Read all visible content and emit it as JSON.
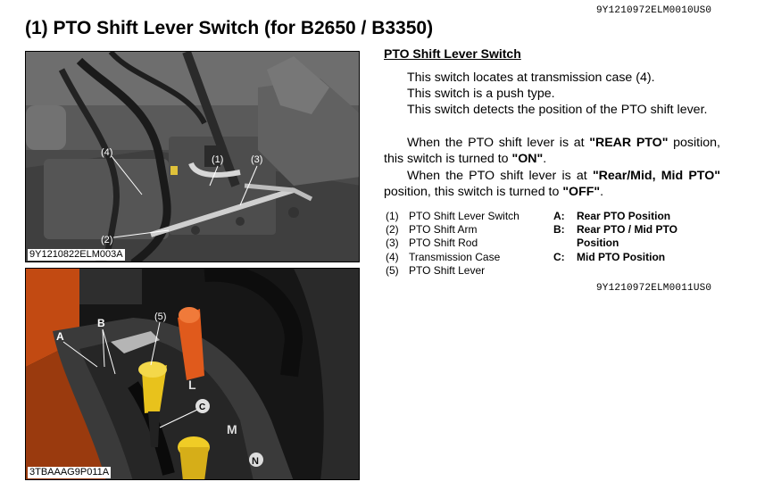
{
  "doc_codes": {
    "top": "9Y1210972ELM0010US0",
    "bottom": "9Y1210972ELM0011US0"
  },
  "title": "(1)   PTO Shift Lever Switch (for B2650 / B3350)",
  "figure1": {
    "code": "9Y1210822ELM003A",
    "callouts": [
      "(1)",
      "(2)",
      "(3)",
      "(4)"
    ]
  },
  "figure2": {
    "code": "3TBAAAG9P011A",
    "callouts": [
      "A",
      "B",
      "(5)",
      "C"
    ],
    "panel_marks": [
      "L",
      "M",
      "N"
    ]
  },
  "section": {
    "title": "PTO Shift Lever Switch",
    "lines": [
      "This switch locates at transmission case (4).",
      "This switch is a push type.",
      "This switch detects the position of the PTO shift lever.",
      "When the PTO shift lever is at",
      "\"REAR PTO\"",
      "position, this switch is turned to",
      "\"ON\"",
      ".",
      "When the PTO shift lever is at",
      "\"Rear/Mid, Mid PTO\"",
      "position, this switch is turned to",
      "\"OFF\"",
      "."
    ]
  },
  "legend": {
    "parts": [
      {
        "num": "(1)",
        "text": "PTO Shift Lever Switch"
      },
      {
        "num": "(2)",
        "text": "PTO Shift Arm"
      },
      {
        "num": "(3)",
        "text": "PTO Shift Rod"
      },
      {
        "num": "(4)",
        "text": "Transmission Case"
      },
      {
        "num": "(5)",
        "text": "PTO Shift Lever"
      }
    ],
    "positions": [
      {
        "key": "A:",
        "text": "Rear PTO Position"
      },
      {
        "key": "B:",
        "text": "Rear PTO / Mid PTO"
      },
      {
        "key": "",
        "text": "Position"
      },
      {
        "key": "C:",
        "text": "Mid PTO Position"
      }
    ]
  }
}
